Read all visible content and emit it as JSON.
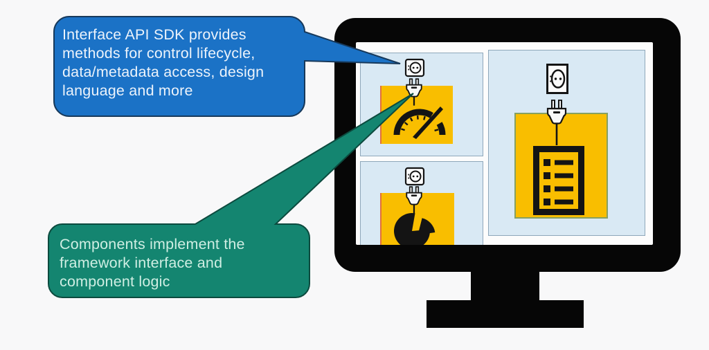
{
  "callouts": {
    "api": {
      "lines": [
        "Interface API SDK  provides",
        "methods for control lifecycle,",
        "data/metadata access, design",
        "language and more"
      ],
      "fill": "#1b72c6",
      "stroke": "#17395b",
      "text_color": "#ecf3fb"
    },
    "components": {
      "lines": [
        "Components implement the",
        "framework interface and",
        "component logic"
      ],
      "fill": "#148570",
      "stroke": "#0c4a3e",
      "text_color": "#cfeee3"
    }
  },
  "monitor": {
    "bezel_color": "#060606",
    "screen_color": "#fcfcfc",
    "panel_color": "#d9e9f4",
    "panel_border_color": "#8ea7ba",
    "tile_color": "#f9be00",
    "icon_color": "#141414",
    "panels": [
      {
        "id": "gauge-component",
        "icons": [
          "socket-icon",
          "plug-icon",
          "gauge-icon"
        ]
      },
      {
        "id": "pie-component",
        "icons": [
          "socket-icon",
          "plug-icon",
          "pie-icon"
        ]
      },
      {
        "id": "list-component",
        "icons": [
          "socket-icon",
          "plug-icon",
          "list-icon"
        ]
      }
    ]
  }
}
